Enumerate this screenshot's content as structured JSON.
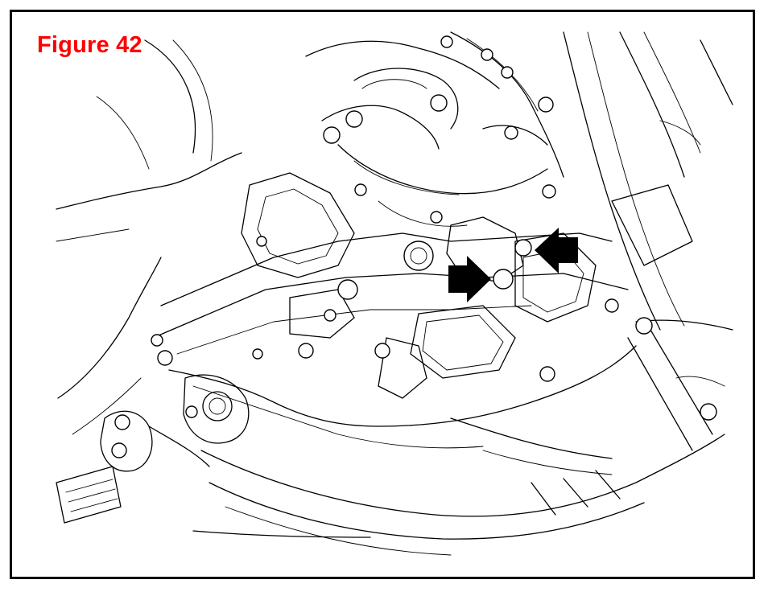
{
  "figure": {
    "title": "Figure 42",
    "title_color": "#ff0000",
    "line_color": "#000000",
    "background": "#ffffff"
  },
  "callouts": [
    {
      "name": "arrow-bolt-lower",
      "icon": "arrow-right-icon"
    },
    {
      "name": "arrow-bolt-upper",
      "icon": "arrow-left-icon"
    }
  ]
}
